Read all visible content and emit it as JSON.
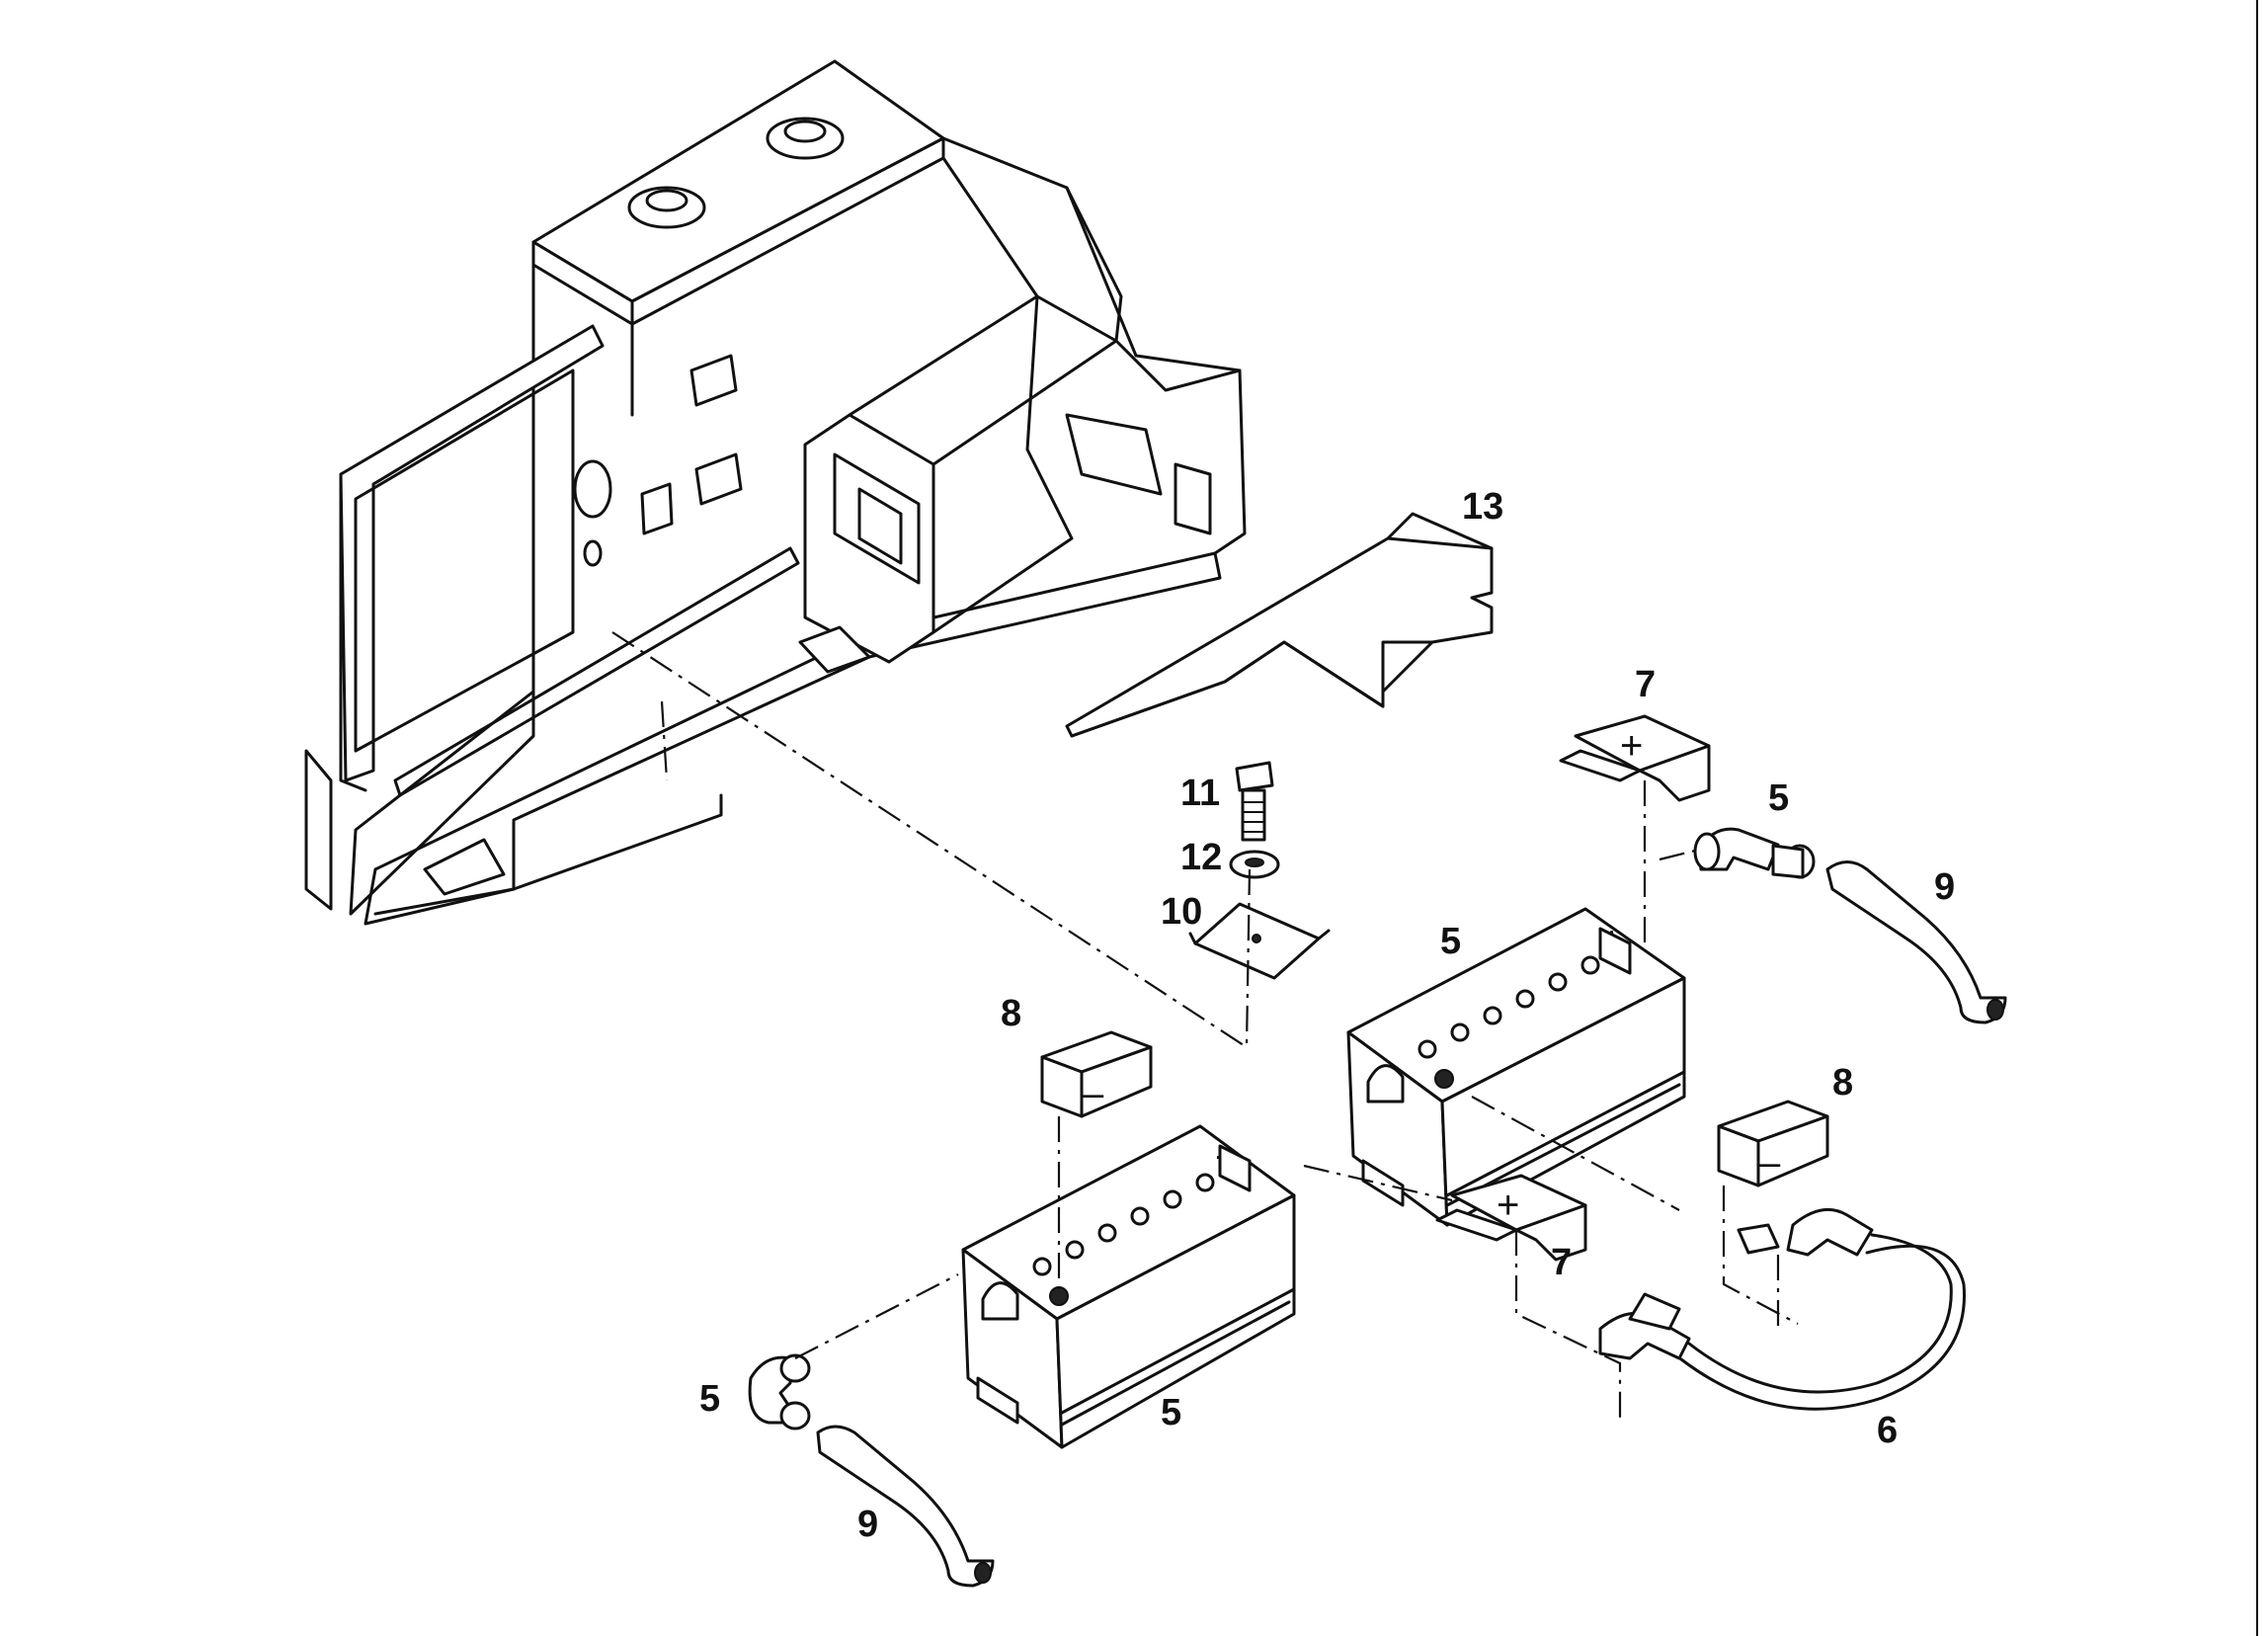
{
  "callouts": {
    "c13": "13",
    "c11": "11",
    "c12": "12",
    "c10": "10",
    "c7a": "7",
    "c5a": "5",
    "c9a": "9",
    "c5b": "5",
    "c8a": "8",
    "c8b": "8",
    "c7b": "7",
    "c5c": "5",
    "c5d": "5",
    "c9b": "9",
    "c6": "6"
  },
  "symbols": {
    "plus": "+",
    "minus": "–",
    "terminal_plus": "+"
  }
}
